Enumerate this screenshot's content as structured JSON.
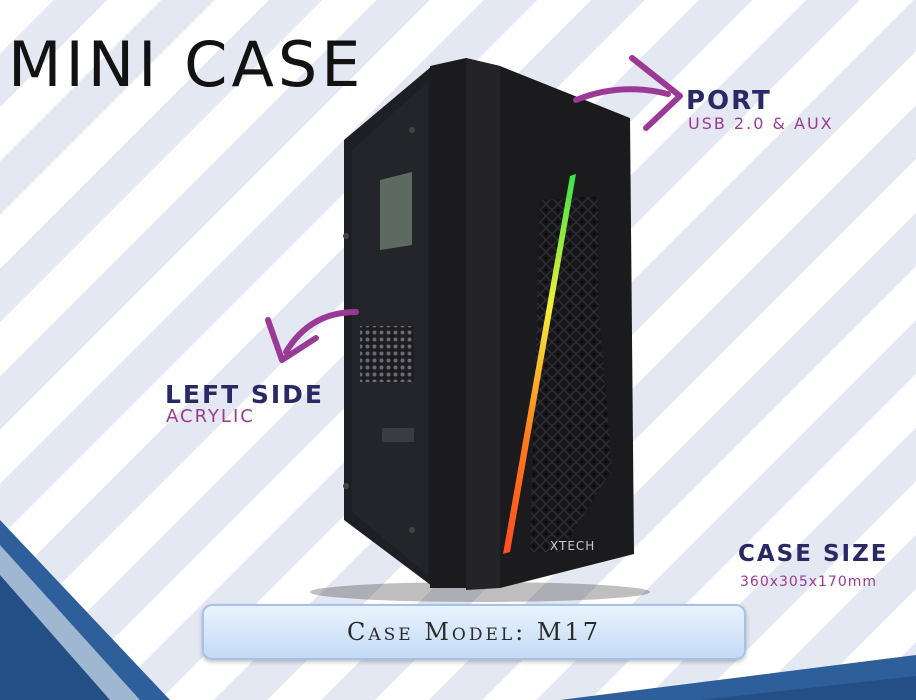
{
  "title": "MINI CASE",
  "callouts": {
    "port": {
      "heading": "PORT",
      "detail": "USB 2.0 & AUX"
    },
    "left_side": {
      "heading": "LEFT SIDE",
      "detail": "ACRYLIC"
    },
    "case_size": {
      "heading": "CASE SIZE",
      "detail": "360x305x170mm"
    }
  },
  "brand_label": "XTECH",
  "model_bar": {
    "text": "Case Model: M17"
  },
  "colors": {
    "heading": "#2a2966",
    "accent": "#9b3a96",
    "case_body": "#1b1b1e",
    "rgb_strip": [
      "#39e34a",
      "#f4ef3a",
      "#ff7a1c",
      "#ff4d22"
    ],
    "corner_blue": "#2e5f9b"
  },
  "icons": [
    "arrow-to-port-icon",
    "arrow-to-side-panel-icon"
  ]
}
